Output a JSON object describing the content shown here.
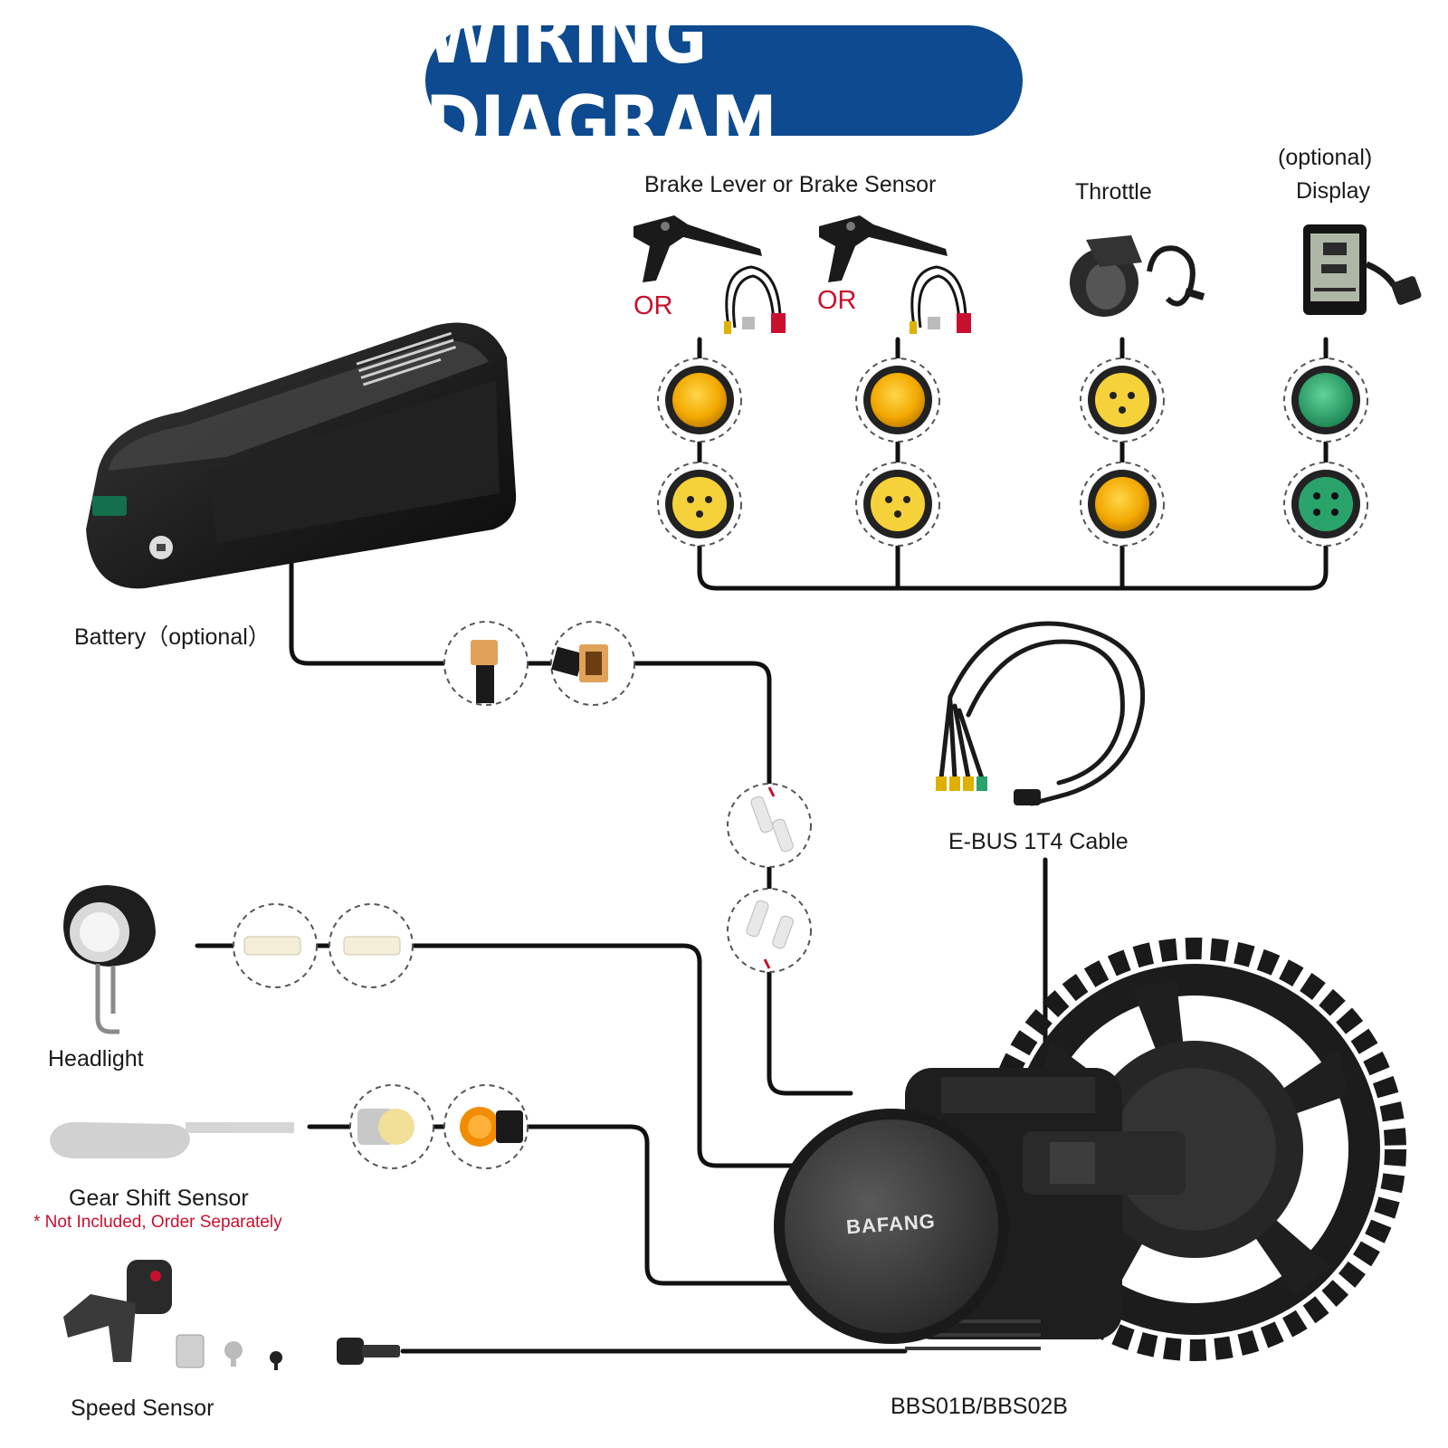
{
  "title": "WIRING DIAGRAM",
  "labels": {
    "brake": "Brake Lever or Brake Sensor",
    "or": "OR",
    "throttle": "Throttle",
    "display_optional": "(optional)",
    "display": "Display",
    "battery": "Battery（optional）",
    "ebus": "E-BUS 1T4 Cable",
    "headlight": "Headlight",
    "gear_shift": "Gear Shift Sensor",
    "gear_note": "* Not Included, Order Separately",
    "speed_sensor": "Speed Sensor",
    "motor_model": "BBS01B/BBS02B",
    "motor_brand": "BAFANG"
  },
  "colors": {
    "banner": "#0d4a8f",
    "connector_yellow": "#f2b705",
    "connector_green": "#2aa36b",
    "or_red": "#c8102e",
    "wire": "#111111"
  }
}
